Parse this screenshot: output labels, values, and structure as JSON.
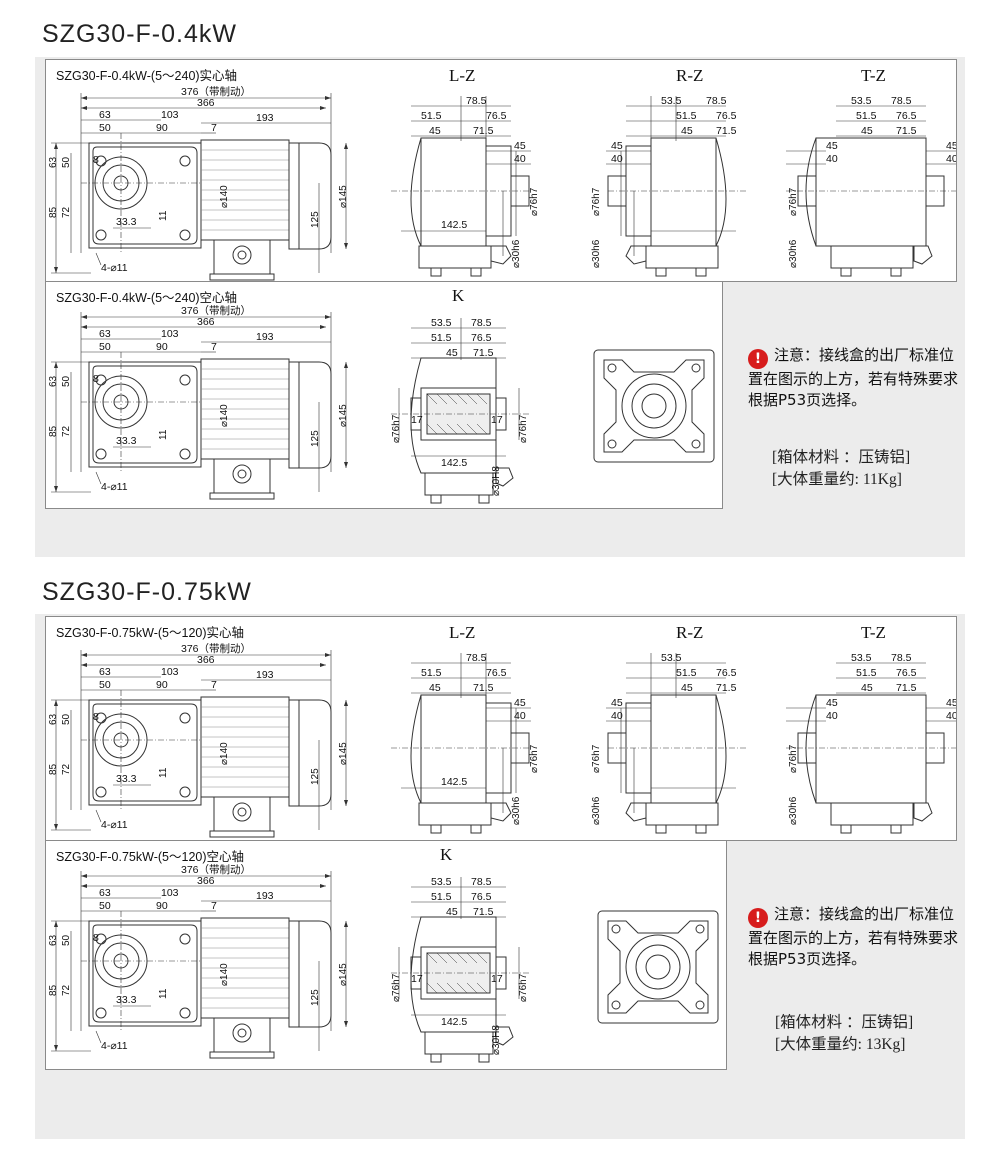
{
  "sections": [
    {
      "title": "SZG30-F-0.4kW",
      "solid_label": "SZG30-F-0.4kW-(5～240)实心轴",
      "hollow_label": "SZG30-F-0.4kW-(5～240)空心轴",
      "note": "注意：接线盒的出厂标准位置在图示的上方，若有特殊要求根据P53页选择。",
      "material": "[箱体材料 ：压铸铝]",
      "weight": "[大体重量约:   11Kg]"
    },
    {
      "title": "SZG30-F-0.75kW",
      "solid_label": "SZG30-F-0.75kW-(5～120)实心轴",
      "hollow_label": "SZG30-F-0.75kW-(5～120)空心轴",
      "note": "注意：接线盒的出厂标准位置在图示的上方，若有特殊要求根据P53页选择。",
      "material": "[箱体材料 ：压铸铝]",
      "weight": "[大体重量约:   13Kg]"
    }
  ],
  "views": {
    "lz": "L-Z",
    "rz": "R-Z",
    "tz": "T-Z",
    "k": "K"
  },
  "warning_icon": "exclamation-icon",
  "dims": {
    "d376": "376（带制动）",
    "d366": "366",
    "d63": "63",
    "d103": "103",
    "d50": "50",
    "d90": "90",
    "d7": "7",
    "d193": "193",
    "d8": "8",
    "d72": "72",
    "d85": "85",
    "d33": "33.3",
    "d11": "11",
    "d140": "⌀140",
    "d145": "⌀145",
    "d125": "125",
    "d4x11": "4-⌀11",
    "d53": "53.5",
    "d785": "78.5",
    "d515": "51.5",
    "d765": "76.5",
    "d45": "45",
    "d715": "71.5",
    "d40": "40",
    "d1425": "142.5",
    "d76h7": "⌀76h7",
    "d30h6": "⌀30h6",
    "d30H8": "⌀30H8",
    "d17": "17"
  },
  "colors": {
    "warning": "#d71c1c",
    "panel": "#ececec",
    "line": "#333333"
  }
}
